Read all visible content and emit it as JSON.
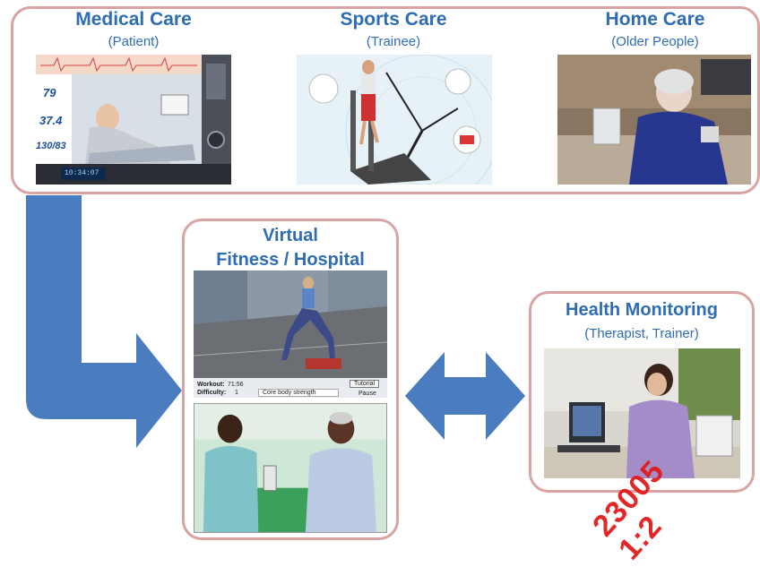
{
  "top_panel": {
    "medical": {
      "title": "Medical Care",
      "subtitle": "(Patient)",
      "vitals": [
        "79",
        "37.4",
        "130/83"
      ],
      "clock": "10:34:07"
    },
    "sports": {
      "title": "Sports Care",
      "subtitle": "(Trainee)"
    },
    "home": {
      "title": "Home Care",
      "subtitle": "(Older People)"
    }
  },
  "virtual": {
    "title_line1": "Virtual",
    "title_line2": "Fitness / Hospital",
    "game": {
      "workout_label": "Workout:",
      "workout_value": "71:56",
      "difficulty_label": "Difficulty:",
      "difficulty_value": "1",
      "exercise": "Core body strength",
      "tutorial_button": "Tutorial",
      "pause_button": "Pause"
    }
  },
  "monitoring": {
    "title": "Health Monitoring",
    "subtitle": "(Therapist, Trainer)"
  },
  "watermark": "23005 1:2",
  "colors": {
    "accent": "#2e6db4",
    "arrow": "#4a7cc0",
    "frame": "#d9a3a3",
    "watermark": "#e21b1b"
  }
}
